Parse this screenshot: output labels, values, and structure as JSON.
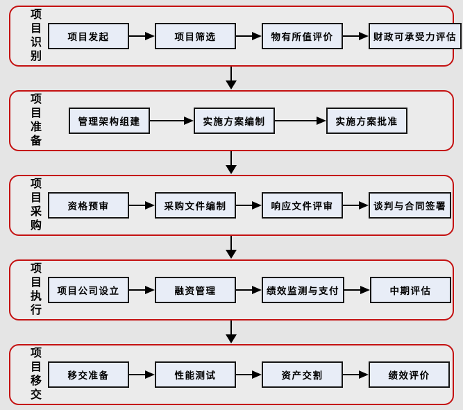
{
  "diagram": {
    "type": "flowchart",
    "colors": {
      "page_background": "#e5e5e5",
      "phase_border": "#c41111",
      "phase_fill": "#ebebeb",
      "step_fill": "#e8edf7",
      "step_border": "#141414",
      "arrow": "#000000",
      "text": "#000000"
    },
    "phases": [
      {
        "label": "项目识别",
        "steps": [
          "项目发起",
          "项目筛选",
          "物有所值评价",
          "财政可承受力评估"
        ]
      },
      {
        "label": "项目准备",
        "steps": [
          "管理架构组建",
          "实施方案编制",
          "实施方案批准"
        ]
      },
      {
        "label": "项目采购",
        "steps": [
          "资格预审",
          "采购文件编制",
          "响应文件评审",
          "谈判与合同签署"
        ]
      },
      {
        "label": "项目执行",
        "steps": [
          "项目公司设立",
          "融资管理",
          "绩效监测与支付",
          "中期评估"
        ]
      },
      {
        "label": "项目移交",
        "steps": [
          "移交准备",
          "性能测试",
          "资产交割",
          "绩效评价"
        ]
      }
    ]
  }
}
